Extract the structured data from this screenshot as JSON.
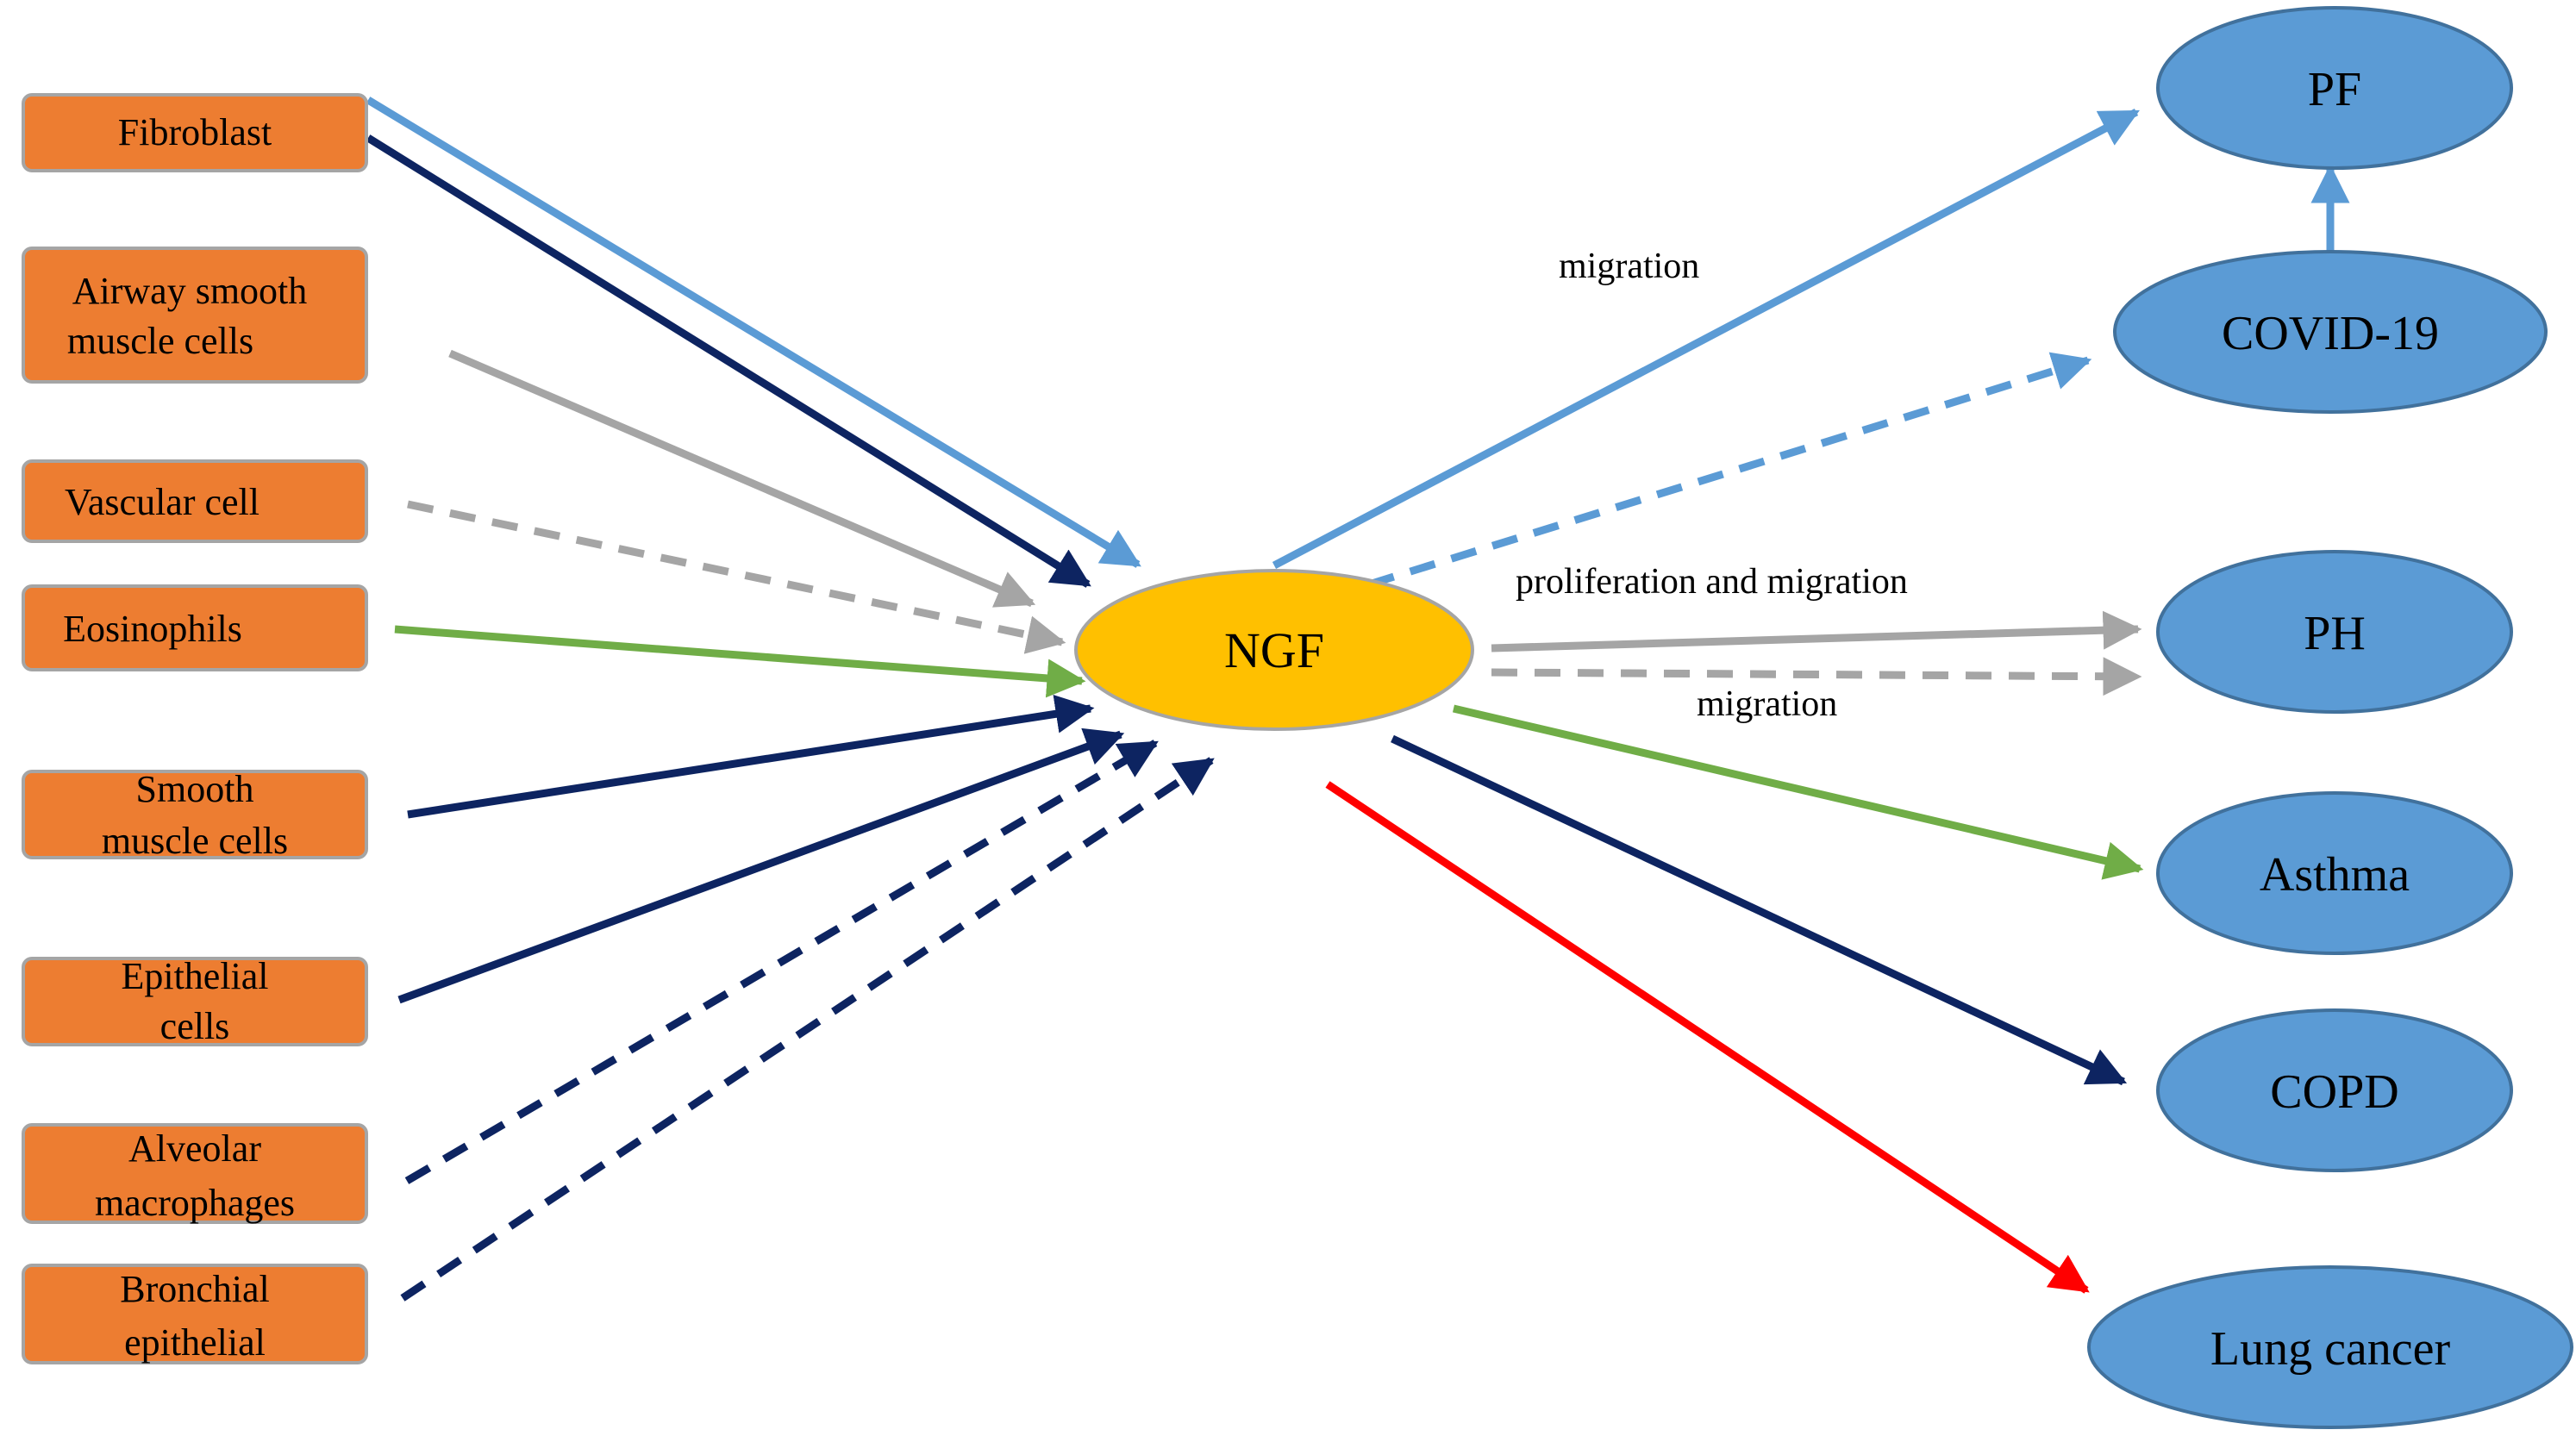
{
  "cells": [
    {
      "id": "fibroblast",
      "lines": [
        "Fibroblast"
      ]
    },
    {
      "id": "airway",
      "lines": [
        "Airway smooth",
        "muscle cells"
      ]
    },
    {
      "id": "vascular",
      "lines": [
        "Vascular cell"
      ]
    },
    {
      "id": "eosinophils",
      "lines": [
        "Eosinophils"
      ]
    },
    {
      "id": "smooth",
      "lines": [
        "Smooth",
        "muscle cells"
      ]
    },
    {
      "id": "epithelial",
      "lines": [
        "Epithelial",
        "cells"
      ]
    },
    {
      "id": "alveolar",
      "lines": [
        "Alveolar",
        "macrophages"
      ]
    },
    {
      "id": "bronchial",
      "lines": [
        "Bronchial",
        "epithelial"
      ]
    }
  ],
  "center": {
    "label": "NGF"
  },
  "diseases": [
    {
      "id": "pf",
      "label": "PF"
    },
    {
      "id": "covid",
      "label": "COVID-19"
    },
    {
      "id": "ph",
      "label": "PH"
    },
    {
      "id": "asthma",
      "label": "Asthma"
    },
    {
      "id": "copd",
      "label": "COPD"
    },
    {
      "id": "lung-cancer",
      "label": "Lung cancer"
    }
  ],
  "annotations": {
    "pf_migration": "migration",
    "ph_prolif": "proliferation and migration",
    "ph_migration": "migration"
  },
  "colors": {
    "cell_fill": "#ED7D31",
    "cell_border": "#A5A5A5",
    "ngf_fill": "#FFC000",
    "disease_fill": "#5B9BD5",
    "disease_border": "#41719C",
    "light_blue": "#5B9BD5",
    "dark_navy": "#0D2461",
    "gray": "#A5A5A5",
    "green": "#70AD47",
    "red": "#FF0000"
  },
  "edges": [
    {
      "from": "fibroblast",
      "to": "NGF",
      "color": "light_blue",
      "style": "solid"
    },
    {
      "from": "fibroblast",
      "to": "NGF",
      "color": "dark_navy",
      "style": "solid"
    },
    {
      "from": "airway",
      "to": "NGF",
      "color": "gray",
      "style": "solid"
    },
    {
      "from": "vascular",
      "to": "NGF",
      "color": "gray",
      "style": "dashed"
    },
    {
      "from": "eosinophils",
      "to": "NGF",
      "color": "green",
      "style": "solid"
    },
    {
      "from": "smooth",
      "to": "NGF",
      "color": "dark_navy",
      "style": "solid"
    },
    {
      "from": "epithelial",
      "to": "NGF",
      "color": "dark_navy",
      "style": "solid"
    },
    {
      "from": "alveolar",
      "to": "NGF",
      "color": "dark_navy",
      "style": "dashed"
    },
    {
      "from": "bronchial",
      "to": "NGF",
      "color": "dark_navy",
      "style": "dashed"
    },
    {
      "from": "NGF",
      "to": "pf",
      "color": "light_blue",
      "style": "solid"
    },
    {
      "from": "NGF",
      "to": "covid",
      "color": "light_blue",
      "style": "dashed"
    },
    {
      "from": "covid",
      "to": "pf",
      "color": "light_blue",
      "style": "solid"
    },
    {
      "from": "NGF",
      "to": "ph",
      "color": "gray",
      "style": "solid"
    },
    {
      "from": "NGF",
      "to": "ph",
      "color": "gray",
      "style": "dashed"
    },
    {
      "from": "NGF",
      "to": "asthma",
      "color": "green",
      "style": "solid"
    },
    {
      "from": "NGF",
      "to": "copd",
      "color": "dark_navy",
      "style": "solid"
    },
    {
      "from": "NGF",
      "to": "lung-cancer",
      "color": "red",
      "style": "solid"
    }
  ]
}
